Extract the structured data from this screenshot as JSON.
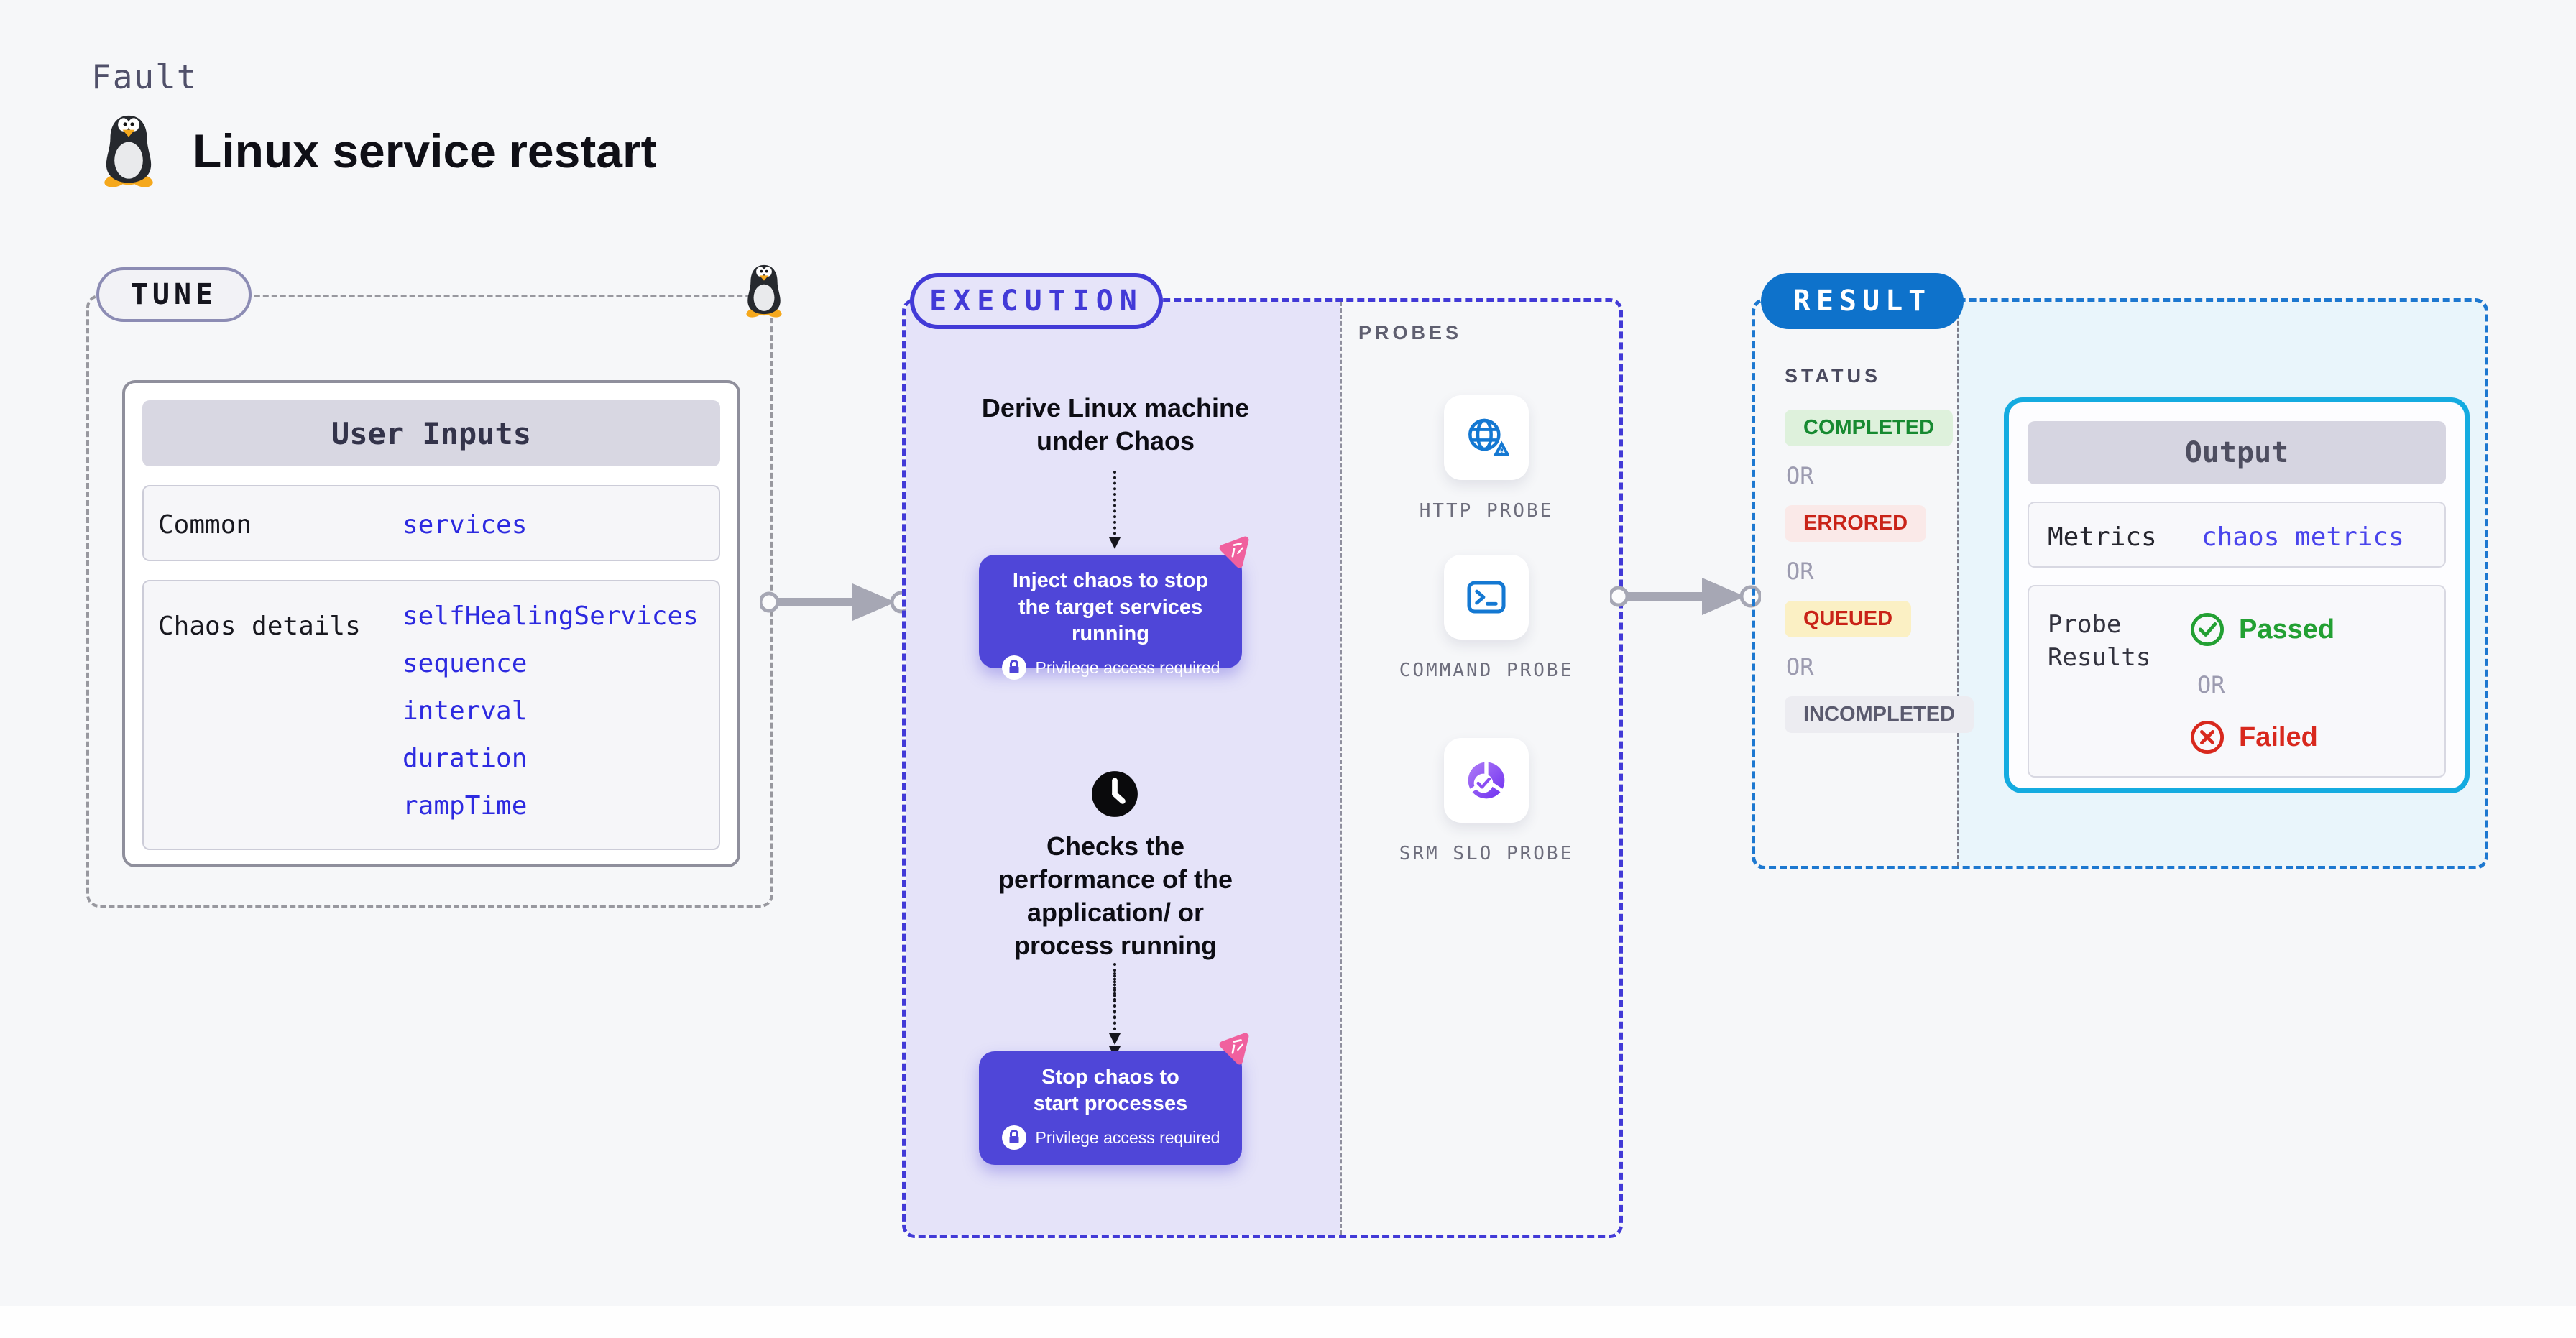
{
  "page": {
    "kicker": "Fault",
    "title": "Linux service restart"
  },
  "tune": {
    "badge": "TUNE",
    "table": {
      "header": "User Inputs",
      "rows": [
        {
          "label": "Common",
          "values": [
            "services"
          ]
        },
        {
          "label": "Chaos details",
          "values": [
            "selfHealingServices",
            "sequence",
            "interval",
            "duration",
            "rampTime"
          ]
        }
      ]
    }
  },
  "execution": {
    "badge": "EXECUTION",
    "step1": "Derive Linux machine under Chaos",
    "step2": "Checks the performance of the application/ or process running",
    "buttons": [
      {
        "title": "Inject chaos to stop the target services running",
        "note": "Privilege access required"
      },
      {
        "title": "Stop chaos to start processes",
        "note": "Privilege access required"
      }
    ]
  },
  "probes": {
    "label": "PROBES",
    "items": [
      {
        "name": "HTTP PROBE",
        "icon": "globe-alert-icon"
      },
      {
        "name": "COMMAND PROBE",
        "icon": "terminal-icon"
      },
      {
        "name": "SRM SLO PROBE",
        "icon": "slo-donut-icon"
      }
    ]
  },
  "result": {
    "badge": "RESULT",
    "status": {
      "label": "STATUS",
      "or_label": "OR",
      "items": [
        {
          "text": "COMPLETED",
          "type": "success"
        },
        {
          "text": "ERRORED",
          "type": "error"
        },
        {
          "text": "QUEUED",
          "type": "warn"
        },
        {
          "text": "INCOMPLETED",
          "type": "neutral"
        }
      ]
    },
    "output": {
      "header": "Output",
      "metrics_label": "Metrics",
      "metrics_value": "chaos metrics",
      "probe_results_label": "Probe Results",
      "passed_label": "Passed",
      "or_label": "OR",
      "failed_label": "Failed"
    }
  },
  "colors": {
    "accent_purple": "#423ad7",
    "button_purple": "#4f46d8",
    "accent_blue": "#0e72cb",
    "output_border": "#14abe0",
    "link_blue": "#2d2ae0",
    "metrics_blue": "#4a45ec",
    "passed_green": "#23a033",
    "failed_red": "#d8281d",
    "chaos_pink": "#f0609e"
  }
}
